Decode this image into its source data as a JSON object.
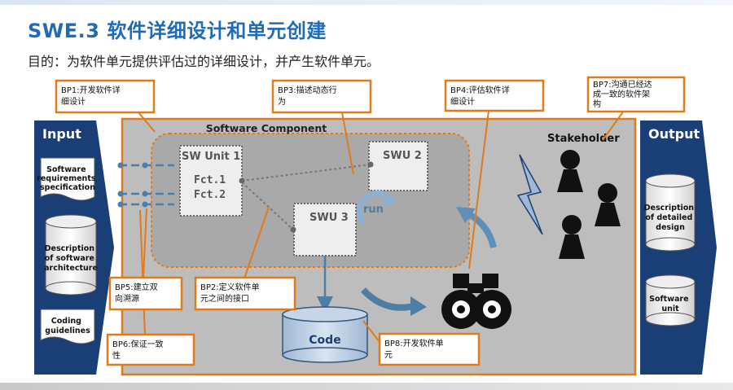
{
  "header": {
    "title": "SWE.3 软件详细设计和单元创建",
    "subtitle": "目的：为软件单元提供评估过的详细设计，并产生软件单元。"
  },
  "input": {
    "label": "Input",
    "docs": [
      "Software requirements specification",
      "Description of software architecture",
      "Coding guidelines"
    ]
  },
  "output": {
    "label": "Output",
    "docs": [
      "Description of detailed design",
      "Software unit"
    ]
  },
  "component": {
    "label": "Software Component",
    "sw_unit1": "SW Unit 1",
    "fct1": "Fct.1",
    "fct2": "Fct.2",
    "swu2": "SWU 2",
    "swu3": "SWU 3",
    "run": "run",
    "code": "Code"
  },
  "stakeholder": {
    "label": "Stakeholder"
  },
  "bp": {
    "bp1": [
      "BP1:开发软件详",
      "细设计"
    ],
    "bp2": [
      "BP2:定义软件单",
      "元之间的接口"
    ],
    "bp3": [
      "BP3:描述动态行",
      "为"
    ],
    "bp4": [
      "BP4:评估软件详",
      "细设计"
    ],
    "bp5": [
      "BP5:建立双",
      "向溯源"
    ],
    "bp6": [
      "BP6:保证一致",
      "性"
    ],
    "bp7": [
      "BP7:沟通已经达",
      "成一致的软件架",
      "构"
    ],
    "bp8": [
      "BP8:开发软件单",
      "元"
    ]
  },
  "colors": {
    "title_blue": "#1f6bb5",
    "navy": "#1a3f77",
    "orange": "#e07b1b",
    "gray_panel": "#bdbdbd",
    "steel_blue": "#4e7ea3"
  }
}
